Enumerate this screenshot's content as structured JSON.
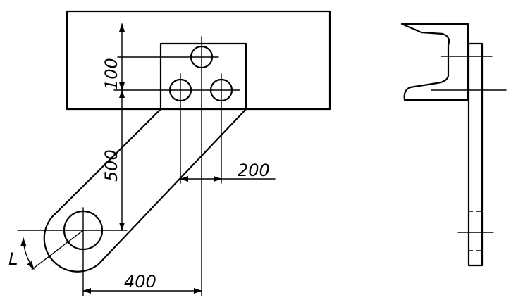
{
  "drawing": {
    "dim_vertical_spacing": "100",
    "dim_vertical_drop": "500",
    "dim_horizontal_spacing": "200",
    "dim_horizontal_offset": "400",
    "dim_length_label": "L"
  }
}
